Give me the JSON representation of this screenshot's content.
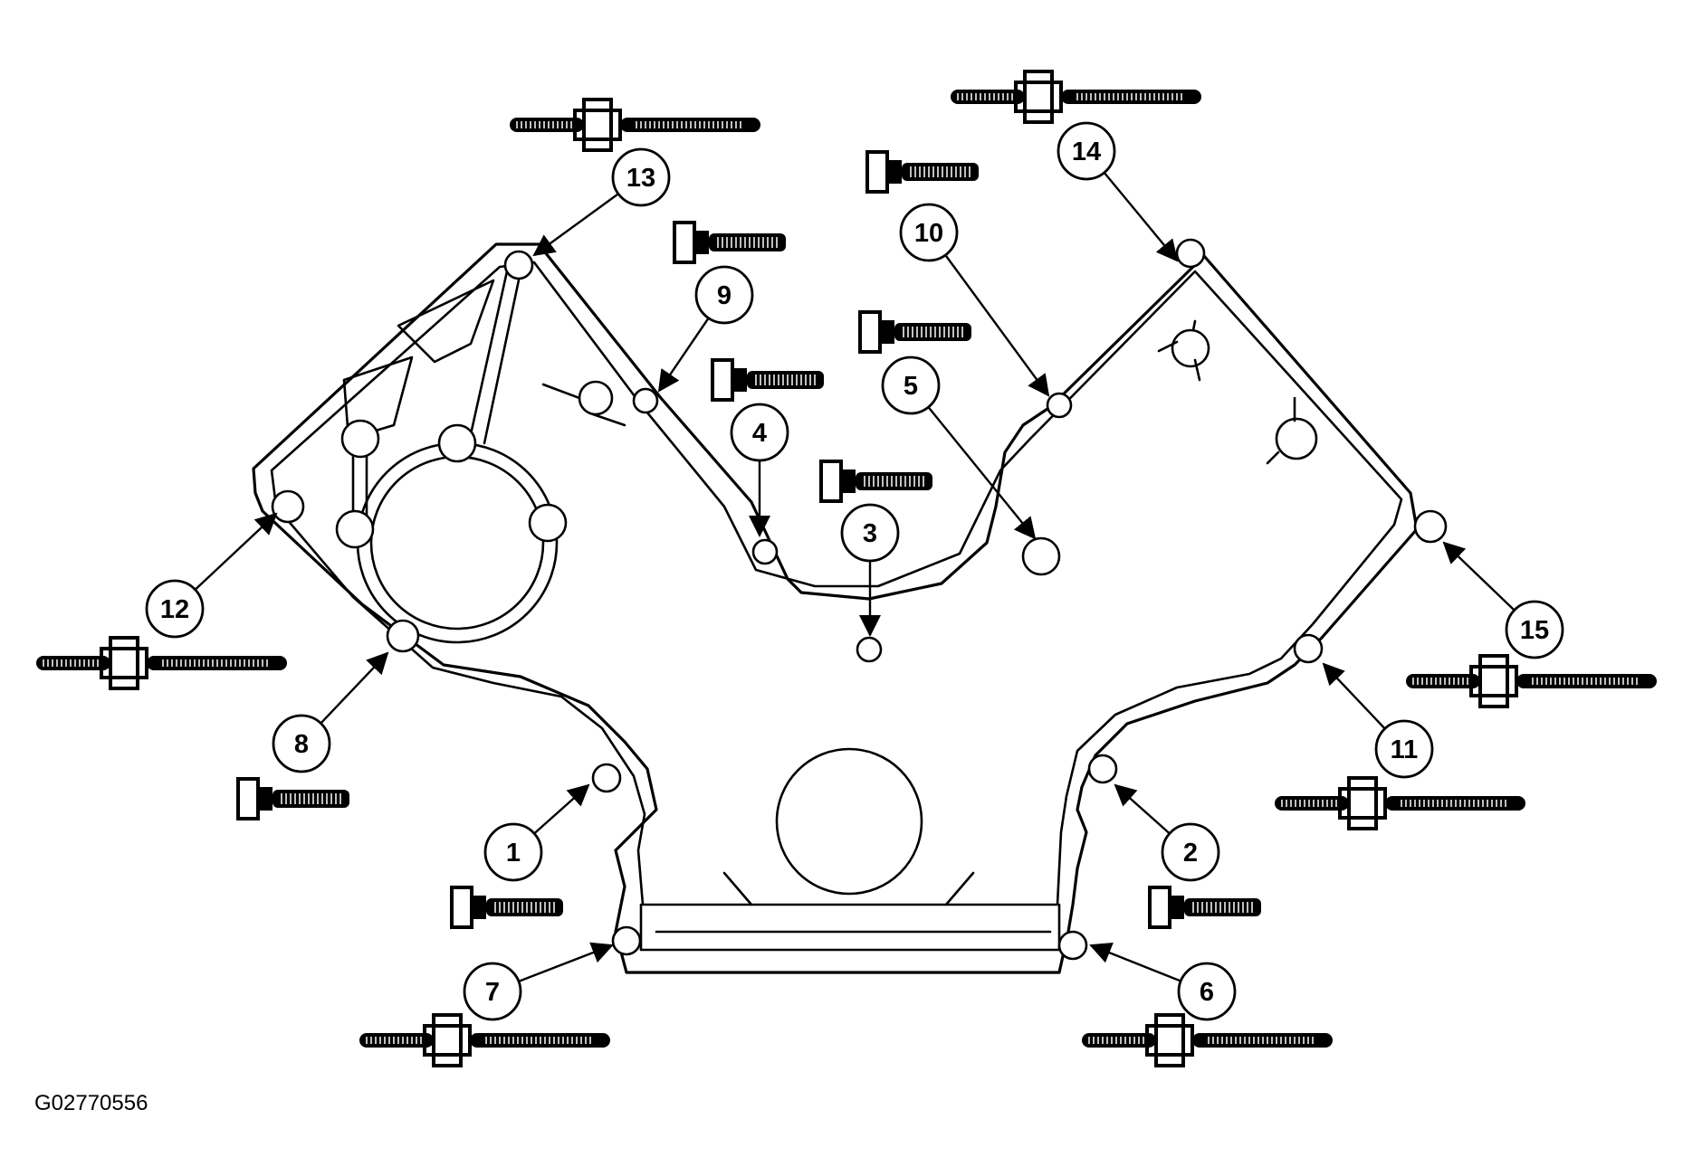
{
  "figure": {
    "id": "G02770556"
  },
  "callouts": [
    "1",
    "2",
    "3",
    "4",
    "5",
    "6",
    "7",
    "8",
    "9",
    "10",
    "11",
    "12",
    "13",
    "14",
    "15"
  ]
}
